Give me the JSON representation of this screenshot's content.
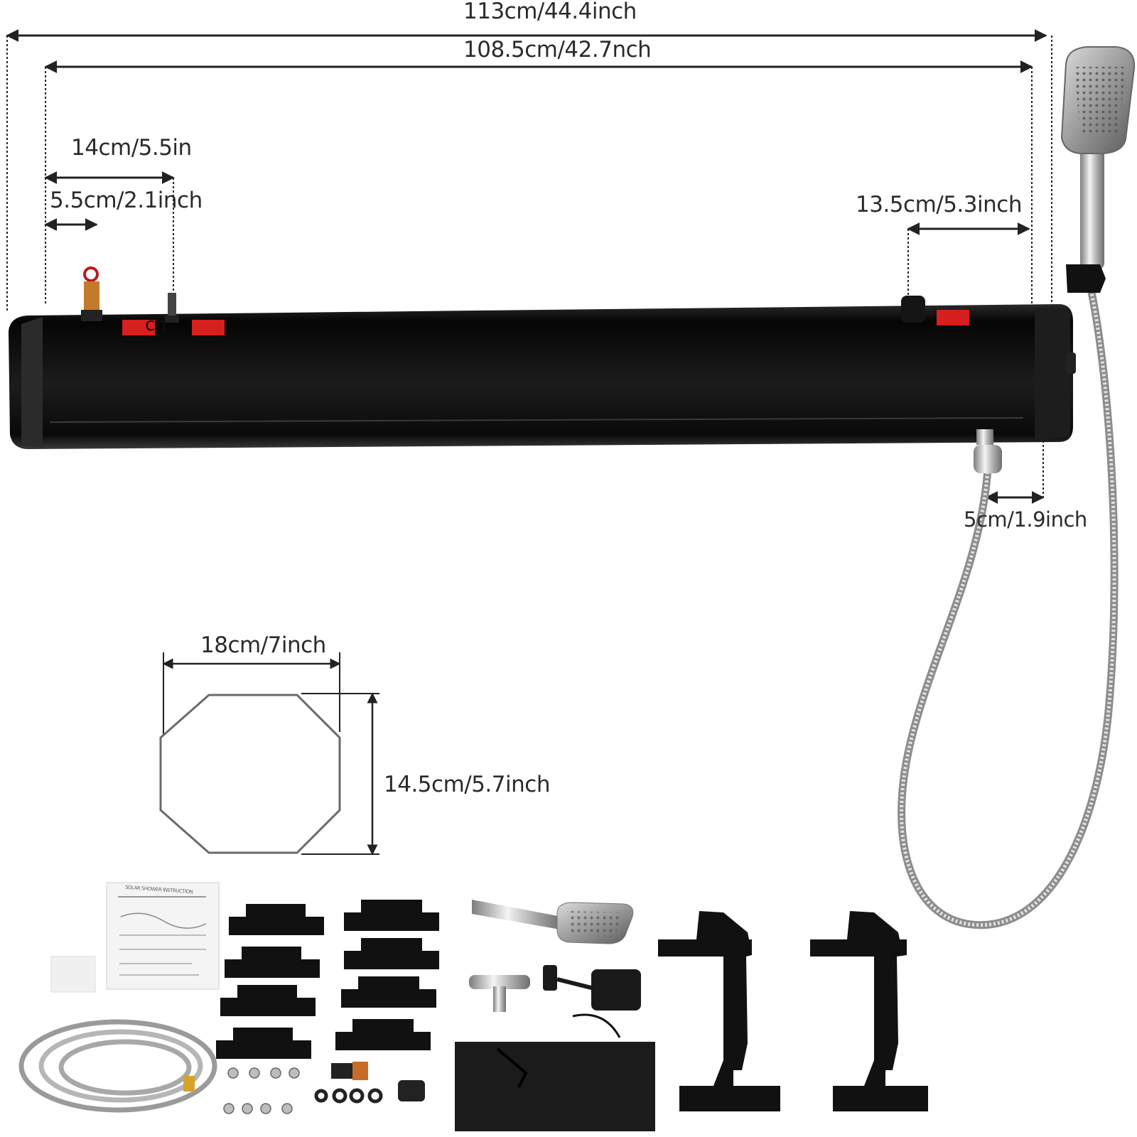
{
  "product": {
    "body_color": "#111111",
    "accent_color": "#d61f1f",
    "chrome_color": "#c9c9c9"
  },
  "dimensions": {
    "overall_length": "113cm/44.4inch",
    "tank_length": "108.5cm/42.7nch",
    "inlet_offset": "14cm/5.5in",
    "valve_offset": "5.5cm/2.1inch",
    "outlet_offset": "13.5cm/5.3inch",
    "bottom_outlet_offset": "5cm/1.9inch",
    "profile_width": "18cm/7inch",
    "profile_height": "14.5cm/5.7inch"
  },
  "tank_label_fragment": "ch",
  "accessories": {
    "manual_title": "SOLAR SHOWER INSTRUCTION",
    "icons": [
      "manual-icon",
      "shower-head-icon",
      "hose-icon",
      "mounting-bracket-icon",
      "wall-bracket-icon",
      "storage-bag-icon",
      "screw-icon",
      "valve-icon",
      "tee-connector-icon",
      "holder-icon",
      "washer-icon"
    ]
  }
}
